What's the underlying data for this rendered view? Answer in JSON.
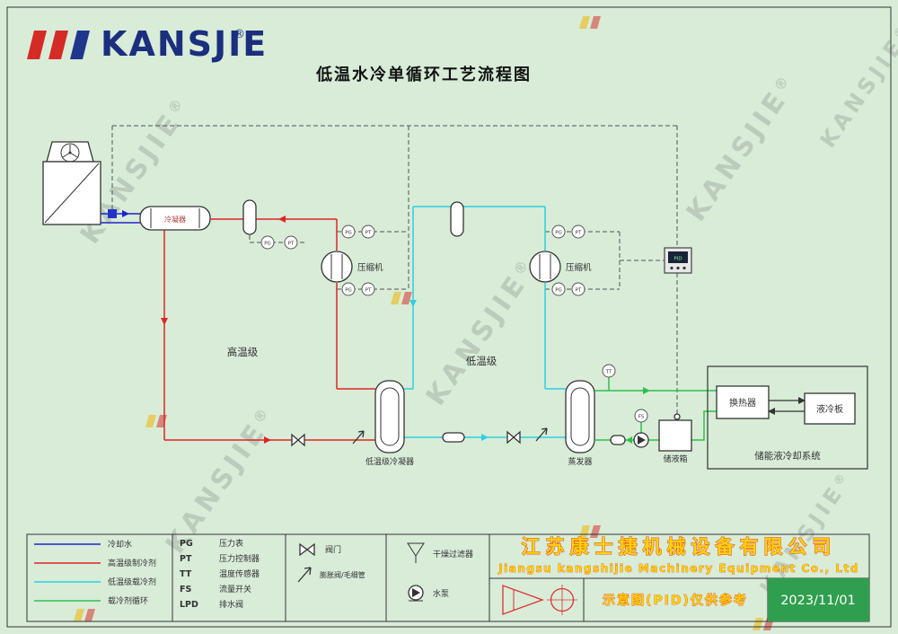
{
  "page": {
    "title": "低温水冷单循环工艺流程图",
    "background": "#d8ecd8"
  },
  "logo": {
    "text": "KANSJIE",
    "registered": "®"
  },
  "watermark": {
    "text": "KANSJIE",
    "registered": "®"
  },
  "diagram": {
    "labels": {
      "condenser": "冷凝器",
      "compressor": "压缩机",
      "high_temp_stage": "高温级",
      "low_temp_stage": "低温级",
      "cascade_condenser": "低温级冷凝器",
      "evaporator": "蒸发器",
      "receiver_tank": "储液箱",
      "heat_exchanger": "换热器",
      "cold_plate": "液冷板",
      "storage_cooling_system": "储能液冷却系统",
      "pid_controller": "PID"
    },
    "instruments": {
      "pg": "PG",
      "pt": "PT",
      "tt": "TT",
      "fs": "FS"
    },
    "colors": {
      "cooling_water": "#2222cc",
      "high_temp_refrigerant": "#e02424",
      "low_temp_refrigerant": "#2ed0e0",
      "coolant_loop": "#2cc04c"
    }
  },
  "legend": {
    "line_types": [
      {
        "label": "冷却水",
        "color": "#2222cc"
      },
      {
        "label": "高温级制冷剂",
        "color": "#e02424"
      },
      {
        "label": "低温级载冷剂",
        "color": "#2ed0e0"
      },
      {
        "label": "载冷剂循环",
        "color": "#2cc04c"
      }
    ],
    "abbreviations": [
      {
        "code": "PG",
        "name": "压力表"
      },
      {
        "code": "PT",
        "name": "压力控制器"
      },
      {
        "code": "TT",
        "name": "温度传感器"
      },
      {
        "code": "FS",
        "name": "流量开关"
      },
      {
        "code": "LPD",
        "name": "排水阀"
      }
    ],
    "symbols": {
      "valve": "阀门",
      "expansion_valve": "膨胀阀/毛细管",
      "dry_filter": "干燥过滤器",
      "water_pump": "水泵"
    }
  },
  "title_block": {
    "company_cn": "江苏康士捷机械设备有限公司",
    "company_en": "Jiangsu kangshijie Machinery Equipment Co., Ltd",
    "note": "示意图(PID)仅供参考",
    "date": "2023/11/01"
  }
}
